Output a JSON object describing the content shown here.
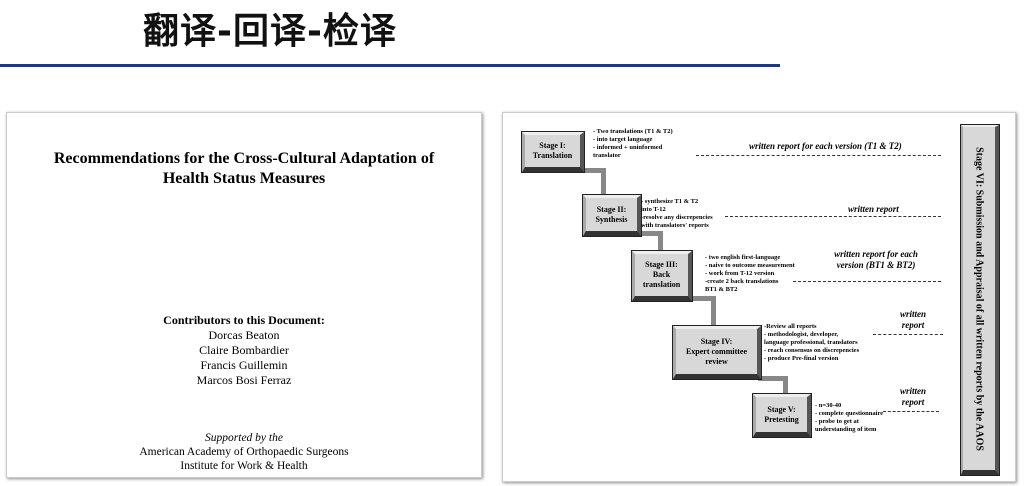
{
  "slide_title": "翻译-回译-检译",
  "document": {
    "title": "Recommendations for the Cross-Cultural Adaptation of Health Status Measures",
    "contributors_heading": "Contributors to this Document:",
    "contributors": [
      "Dorcas Beaton",
      "Claire Bombardier",
      "Francis Guillemin",
      "Marcos Bosi Ferraz"
    ],
    "supported_by": "Supported by the",
    "supporters": [
      "American Academy of Orthopaedic Surgeons",
      "Institute for Work & Health"
    ]
  },
  "diagram": {
    "stages": [
      {
        "name": "Stage I:",
        "sub": "Translation",
        "notes": [
          "- Two translations (T1 & T2)",
          "- into target language",
          "- informed + uninformed",
          "translator"
        ],
        "report": "written report for each version (T1 & T2)"
      },
      {
        "name": "Stage II:",
        "sub": "Synthesis",
        "notes": [
          "- synthesize T1 & T2",
          "  into T-12",
          "-resolve any discrepencies",
          "  with translators' reports"
        ],
        "report": "written report"
      },
      {
        "name": "Stage III:",
        "sub": "Back translation",
        "notes": [
          "- two english  first-language",
          "- naive to outcome measurement",
          "- work from T-12 version",
          "-create 2 back translations",
          "  BT1 & BT2"
        ],
        "report": "written report for each version (BT1 & BT2)"
      },
      {
        "name": "Stage IV:",
        "sub": "Expert committee review",
        "notes": [
          "-Review all  reports",
          "- methodologist, developer,",
          "language professional, translators",
          "- reach consensus on discrepencies",
          "- produce Pre-final version"
        ],
        "report": "written report"
      },
      {
        "name": "Stage V:",
        "sub": "Pretesting",
        "notes": [
          "- n=30-40",
          "- complete questionnaire",
          "- probe to get at",
          "  understanding of item"
        ],
        "report": "written report"
      }
    ],
    "final_stage": "Stage VI: Submission and Appraisal of all written reports by the AAOS"
  }
}
